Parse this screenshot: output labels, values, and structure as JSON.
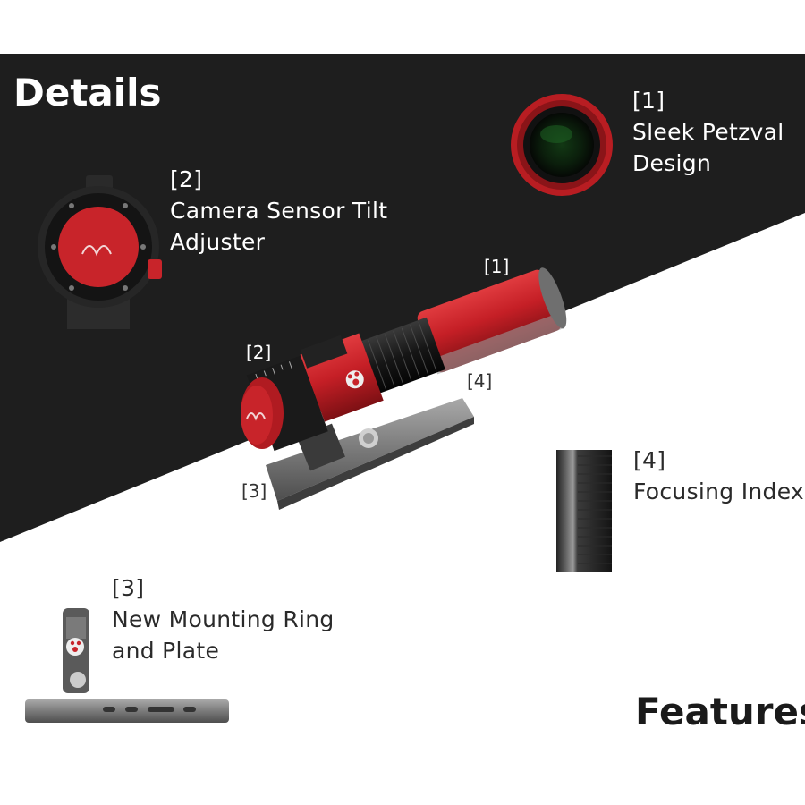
{
  "heading": "Details",
  "footer_heading": "Features",
  "feature_labels": [
    {
      "number": "[1]",
      "lines": [
        "Sleek Petzval",
        "Design"
      ]
    },
    {
      "number": "[2]",
      "lines": [
        "Camera Sensor Tilt",
        "Adjuster"
      ]
    },
    {
      "number": "[3]",
      "lines": [
        "New Mounting Ring",
        "and Plate"
      ]
    },
    {
      "number": "[4]",
      "lines": [
        "Focusing Index"
      ]
    }
  ],
  "callouts": [
    "[1]",
    "[2]",
    "[3]",
    "[4]"
  ],
  "colors": {
    "dark_band": "#1e1e1e",
    "accent_red": "#c8242a",
    "text_light": "#ffffff",
    "text_dark": "#2a2a2a"
  }
}
